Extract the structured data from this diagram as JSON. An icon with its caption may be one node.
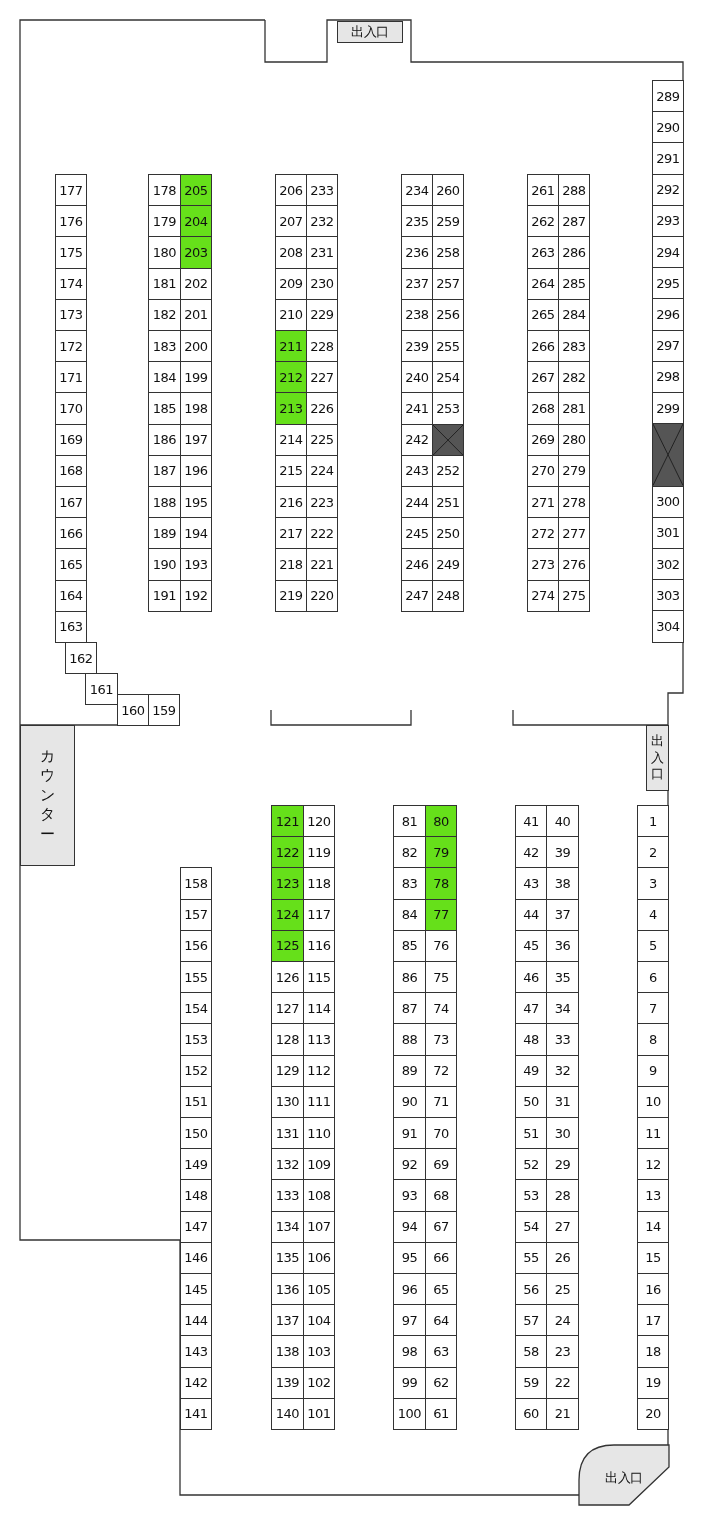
{
  "diagram": {
    "nodes": [
      {
        "text": [
          "出入口"
        ]
      },
      {
        "text": [
          "177"
        ]
      },
      {
        "text": [
          "176"
        ]
      },
      {
        "text": [
          "175"
        ]
      },
      {
        "text": [
          "174"
        ]
      },
      {
        "text": [
          "173"
        ]
      },
      {
        "text": [
          "172"
        ]
      },
      {
        "text": [
          "171"
        ]
      },
      {
        "text": [
          "170"
        ]
      },
      {
        "text": [
          "169"
        ]
      },
      {
        "text": [
          "168"
        ]
      },
      {
        "text": [
          "167"
        ]
      },
      {
        "text": [
          "166"
        ]
      },
      {
        "text": [
          "165"
        ]
      },
      {
        "text": [
          "164"
        ]
      },
      {
        "text": [
          "163"
        ]
      },
      {
        "text": [
          "162"
        ]
      },
      {
        "text": [
          "161"
        ]
      },
      {
        "text": [
          "160"
        ]
      },
      {
        "text": [
          "159"
        ]
      },
      {
        "text": [
          "178"
        ]
      },
      {
        "text": [
          "205"
        ]
      },
      {
        "text": [
          "179"
        ]
      },
      {
        "text": [
          "204"
        ]
      },
      {
        "text": [
          "180"
        ]
      },
      {
        "text": [
          "203"
        ]
      },
      {
        "text": [
          "181"
        ]
      },
      {
        "text": [
          "202"
        ]
      },
      {
        "text": [
          "182"
        ]
      },
      {
        "text": [
          "201"
        ]
      },
      {
        "text": [
          "183"
        ]
      },
      {
        "text": [
          "200"
        ]
      },
      {
        "text": [
          "184"
        ]
      },
      {
        "text": [
          "199"
        ]
      },
      {
        "text": [
          "185"
        ]
      },
      {
        "text": [
          "198"
        ]
      },
      {
        "text": [
          "186"
        ]
      },
      {
        "text": [
          "197"
        ]
      },
      {
        "text": [
          "187"
        ]
      },
      {
        "text": [
          "196"
        ]
      },
      {
        "text": [
          "188"
        ]
      },
      {
        "text": [
          "195"
        ]
      },
      {
        "text": [
          "189"
        ]
      },
      {
        "text": [
          "194"
        ]
      },
      {
        "text": [
          "190"
        ]
      },
      {
        "text": [
          "193"
        ]
      },
      {
        "text": [
          "191"
        ]
      },
      {
        "text": [
          "192"
        ]
      },
      {
        "text": [
          "206"
        ]
      },
      {
        "text": [
          "233"
        ]
      },
      {
        "text": [
          "207"
        ]
      },
      {
        "text": [
          "232"
        ]
      },
      {
        "text": [
          "208"
        ]
      },
      {
        "text": [
          "231"
        ]
      },
      {
        "text": [
          "209"
        ]
      },
      {
        "text": [
          "230"
        ]
      },
      {
        "text": [
          "210"
        ]
      },
      {
        "text": [
          "229"
        ]
      },
      {
        "text": [
          "211"
        ]
      },
      {
        "text": [
          "228"
        ]
      },
      {
        "text": [
          "212"
        ]
      },
      {
        "text": [
          "227"
        ]
      },
      {
        "text": [
          "213"
        ]
      },
      {
        "text": [
          "226"
        ]
      },
      {
        "text": [
          "214"
        ]
      },
      {
        "text": [
          "225"
        ]
      },
      {
        "text": [
          "215"
        ]
      },
      {
        "text": [
          "224"
        ]
      },
      {
        "text": [
          "216"
        ]
      },
      {
        "text": [
          "223"
        ]
      },
      {
        "text": [
          "217"
        ]
      },
      {
        "text": [
          "222"
        ]
      },
      {
        "text": [
          "218"
        ]
      },
      {
        "text": [
          "221"
        ]
      },
      {
        "text": [
          "219"
        ]
      },
      {
        "text": [
          "220"
        ]
      },
      {
        "text": [
          "234"
        ]
      },
      {
        "text": [
          "260"
        ]
      },
      {
        "text": [
          "235"
        ]
      },
      {
        "text": [
          "259"
        ]
      },
      {
        "text": [
          "236"
        ]
      },
      {
        "text": [
          "258"
        ]
      },
      {
        "text": [
          "237"
        ]
      },
      {
        "text": [
          "257"
        ]
      },
      {
        "text": [
          "238"
        ]
      },
      {
        "text": [
          "256"
        ]
      },
      {
        "text": [
          "239"
        ]
      },
      {
        "text": [
          "255"
        ]
      },
      {
        "text": [
          "240"
        ]
      },
      {
        "text": [
          "254"
        ]
      },
      {
        "text": [
          "241"
        ]
      },
      {
        "text": [
          "253"
        ]
      },
      {
        "text": [
          "242"
        ]
      },
      {
        "text": [],
        "shape": "box"
      },
      {
        "text": [
          "243"
        ]
      },
      {
        "text": [
          "252"
        ]
      },
      {
        "text": [
          "244"
        ]
      },
      {
        "text": [
          "251"
        ]
      },
      {
        "text": [
          "245"
        ]
      },
      {
        "text": [
          "250"
        ]
      },
      {
        "text": [
          "246"
        ]
      },
      {
        "text": [
          "249"
        ]
      },
      {
        "text": [
          "247"
        ]
      },
      {
        "text": [
          "248"
        ]
      },
      {
        "text": [
          "261"
        ]
      },
      {
        "text": [
          "288"
        ]
      },
      {
        "text": [
          "262"
        ]
      },
      {
        "text": [
          "287"
        ]
      },
      {
        "text": [
          "263"
        ]
      },
      {
        "text": [
          "286"
        ]
      },
      {
        "text": [
          "264"
        ]
      },
      {
        "text": [
          "285"
        ]
      },
      {
        "text": [
          "265"
        ]
      },
      {
        "text": [
          "284"
        ]
      },
      {
        "text": [
          "266"
        ]
      },
      {
        "text": [
          "283"
        ]
      },
      {
        "text": [
          "267"
        ]
      },
      {
        "text": [
          "282"
        ]
      },
      {
        "text": [
          "268"
        ]
      },
      {
        "text": [
          "281"
        ]
      },
      {
        "text": [
          "269"
        ]
      },
      {
        "text": [
          "280"
        ]
      },
      {
        "text": [
          "270"
        ]
      },
      {
        "text": [
          "279"
        ]
      },
      {
        "text": [
          "271"
        ]
      },
      {
        "text": [
          "278"
        ]
      },
      {
        "text": [
          "272"
        ]
      },
      {
        "text": [
          "277"
        ]
      },
      {
        "text": [
          "273"
        ]
      },
      {
        "text": [
          "276"
        ]
      },
      {
        "text": [
          "274"
        ]
      },
      {
        "text": [
          "275"
        ]
      },
      {
        "text": [
          "289"
        ]
      },
      {
        "text": [
          "290"
        ]
      },
      {
        "text": [
          "291"
        ]
      },
      {
        "text": [
          "292"
        ]
      },
      {
        "text": [
          "293"
        ]
      },
      {
        "text": [
          "294"
        ]
      },
      {
        "text": [
          "295"
        ]
      },
      {
        "text": [
          "296"
        ]
      },
      {
        "text": [
          "297"
        ]
      },
      {
        "text": [
          "298"
        ]
      },
      {
        "text": [
          "299"
        ]
      },
      {
        "text": [],
        "shape": "box"
      },
      {
        "text": [
          "300"
        ]
      },
      {
        "text": [
          "301"
        ]
      },
      {
        "text": [
          "302"
        ]
      },
      {
        "text": [
          "303"
        ]
      },
      {
        "text": [
          "304"
        ]
      },
      {
        "text": [
          "カウンター"
        ]
      },
      {
        "text": [
          "出入口"
        ]
      },
      {
        "text": [
          "158"
        ]
      },
      {
        "text": [
          "157"
        ]
      },
      {
        "text": [
          "156"
        ]
      },
      {
        "text": [
          "155"
        ]
      },
      {
        "text": [
          "154"
        ]
      },
      {
        "text": [
          "153"
        ]
      },
      {
        "text": [
          "152"
        ]
      },
      {
        "text": [
          "151"
        ]
      },
      {
        "text": [
          "150"
        ]
      },
      {
        "text": [
          "149"
        ]
      },
      {
        "text": [
          "148"
        ]
      },
      {
        "text": [
          "147"
        ]
      },
      {
        "text": [
          "146"
        ]
      },
      {
        "text": [
          "145"
        ]
      },
      {
        "text": [
          "144"
        ]
      },
      {
        "text": [
          "143"
        ]
      },
      {
        "text": [
          "142"
        ]
      },
      {
        "text": [
          "141"
        ]
      },
      {
        "text": [
          "121"
        ]
      },
      {
        "text": [
          "120"
        ]
      },
      {
        "text": [
          "122"
        ]
      },
      {
        "text": [
          "119"
        ]
      },
      {
        "text": [
          "123"
        ]
      },
      {
        "text": [
          "118"
        ]
      },
      {
        "text": [
          "124"
        ]
      },
      {
        "text": [
          "117"
        ]
      },
      {
        "text": [
          "125"
        ]
      },
      {
        "text": [
          "116"
        ]
      },
      {
        "text": [
          "126"
        ]
      },
      {
        "text": [
          "115"
        ]
      },
      {
        "text": [
          "127"
        ]
      },
      {
        "text": [
          "114"
        ]
      },
      {
        "text": [
          "128"
        ]
      },
      {
        "text": [
          "113"
        ]
      },
      {
        "text": [
          "129"
        ]
      },
      {
        "text": [
          "112"
        ]
      },
      {
        "text": [
          "130"
        ]
      },
      {
        "text": [
          "111"
        ]
      },
      {
        "text": [
          "131"
        ]
      },
      {
        "text": [
          "110"
        ]
      },
      {
        "text": [
          "132"
        ]
      },
      {
        "text": [
          "109"
        ]
      },
      {
        "text": [
          "133"
        ]
      },
      {
        "text": [
          "108"
        ]
      },
      {
        "text": [
          "134"
        ]
      },
      {
        "text": [
          "107"
        ]
      },
      {
        "text": [
          "135"
        ]
      },
      {
        "text": [
          "106"
        ]
      },
      {
        "text": [
          "136"
        ]
      },
      {
        "text": [
          "105"
        ]
      },
      {
        "text": [
          "137"
        ]
      },
      {
        "text": [
          "104"
        ]
      },
      {
        "text": [
          "138"
        ]
      },
      {
        "text": [
          "103"
        ]
      },
      {
        "text": [
          "139"
        ]
      },
      {
        "text": [
          "102"
        ]
      },
      {
        "text": [
          "140"
        ]
      },
      {
        "text": [
          "101"
        ]
      },
      {
        "text": [
          "81"
        ]
      },
      {
        "text": [
          "80"
        ]
      },
      {
        "text": [
          "82"
        ]
      },
      {
        "text": [
          "79"
        ]
      },
      {
        "text": [
          "83"
        ]
      },
      {
        "text": [
          "78"
        ]
      },
      {
        "text": [
          "84"
        ]
      },
      {
        "text": [
          "77"
        ]
      },
      {
        "text": [
          "85"
        ]
      },
      {
        "text": [
          "76"
        ]
      },
      {
        "text": [
          "86"
        ]
      },
      {
        "text": [
          "75"
        ]
      },
      {
        "text": [
          "87"
        ]
      },
      {
        "text": [
          "74"
        ]
      },
      {
        "text": [
          "88"
        ]
      },
      {
        "text": [
          "73"
        ]
      },
      {
        "text": [
          "89"
        ]
      },
      {
        "text": [
          "72"
        ]
      },
      {
        "text": [
          "90"
        ]
      },
      {
        "text": [
          "71"
        ]
      },
      {
        "text": [
          "91"
        ]
      },
      {
        "text": [
          "70"
        ]
      },
      {
        "text": [
          "92"
        ]
      },
      {
        "text": [
          "69"
        ]
      },
      {
        "text": [
          "93"
        ]
      },
      {
        "text": [
          "68"
        ]
      },
      {
        "text": [
          "94"
        ]
      },
      {
        "text": [
          "67"
        ]
      },
      {
        "text": [
          "95"
        ]
      },
      {
        "text": [
          "66"
        ]
      },
      {
        "text": [
          "96"
        ]
      },
      {
        "text": [
          "65"
        ]
      },
      {
        "text": [
          "97"
        ]
      },
      {
        "text": [
          "64"
        ]
      },
      {
        "text": [
          "98"
        ]
      },
      {
        "text": [
          "63"
        ]
      },
      {
        "text": [
          "99"
        ]
      },
      {
        "text": [
          "62"
        ]
      },
      {
        "text": [
          "100"
        ]
      },
      {
        "text": [
          "61"
        ]
      },
      {
        "text": [
          "41"
        ]
      },
      {
        "text": [
          "40"
        ]
      },
      {
        "text": [
          "42"
        ]
      },
      {
        "text": [
          "39"
        ]
      },
      {
        "text": [
          "43"
        ]
      },
      {
        "text": [
          "38"
        ]
      },
      {
        "text": [
          "44"
        ]
      },
      {
        "text": [
          "37"
        ]
      },
      {
        "text": [
          "45"
        ]
      },
      {
        "text": [
          "36"
        ]
      },
      {
        "text": [
          "46"
        ]
      },
      {
        "text": [
          "35"
        ]
      },
      {
        "text": [
          "47"
        ]
      },
      {
        "text": [
          "34"
        ]
      },
      {
        "text": [
          "48"
        ]
      },
      {
        "text": [
          "33"
        ]
      },
      {
        "text": [
          "49"
        ]
      },
      {
        "text": [
          "32"
        ]
      },
      {
        "text": [
          "50"
        ]
      },
      {
        "text": [
          "31"
        ]
      },
      {
        "text": [
          "51"
        ]
      },
      {
        "text": [
          "30"
        ]
      },
      {
        "text": [
          "52"
        ]
      },
      {
        "text": [
          "29"
        ]
      },
      {
        "text": [
          "53"
        ]
      },
      {
        "text": [
          "28"
        ]
      },
      {
        "text": [
          "54"
        ]
      },
      {
        "text": [
          "27"
        ]
      },
      {
        "text": [
          "55"
        ]
      },
      {
        "text": [
          "26"
        ]
      },
      {
        "text": [
          "56"
        ]
      },
      {
        "text": [
          "25"
        ]
      },
      {
        "text": [
          "57"
        ]
      },
      {
        "text": [
          "24"
        ]
      },
      {
        "text": [
          "58"
        ]
      },
      {
        "text": [
          "23"
        ]
      },
      {
        "text": [
          "59"
        ]
      },
      {
        "text": [
          "22"
        ]
      },
      {
        "text": [
          "60"
        ]
      },
      {
        "text": [
          "21"
        ]
      },
      {
        "text": [
          "1"
        ]
      },
      {
        "text": [
          "2"
        ]
      },
      {
        "text": [
          "3"
        ]
      },
      {
        "text": [
          "4"
        ]
      },
      {
        "text": [
          "5"
        ]
      },
      {
        "text": [
          "6"
        ]
      },
      {
        "text": [
          "7"
        ]
      },
      {
        "text": [
          "8"
        ]
      },
      {
        "text": [
          "9"
        ]
      },
      {
        "text": [
          "10"
        ]
      },
      {
        "text": [
          "11"
        ]
      },
      {
        "text": [
          "12"
        ]
      },
      {
        "text": [
          "13"
        ]
      },
      {
        "text": [
          "14"
        ]
      },
      {
        "text": [
          "15"
        ]
      },
      {
        "text": [
          "16"
        ]
      },
      {
        "text": [
          "17"
        ]
      },
      {
        "text": [
          "18"
        ]
      },
      {
        "text": [
          "19"
        ]
      },
      {
        "text": [
          "20"
        ]
      },
      {
        "text": [
          "出入口"
        ]
      }
    ]
  }
}
